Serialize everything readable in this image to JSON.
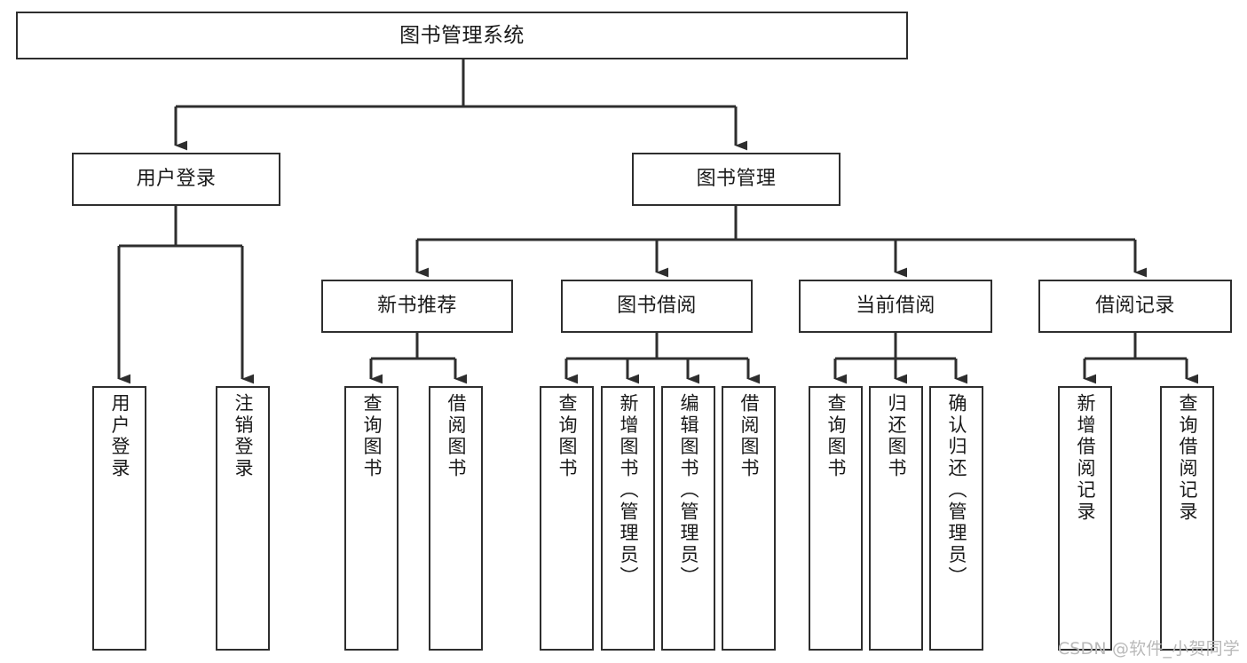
{
  "diagram": {
    "title": "图书管理系统",
    "type": "tree-hierarchy-chart",
    "watermark": "CSDN @软件_小贺同学",
    "colors": {
      "box_border": "#2e2e2e",
      "box_fill": "#ffffff",
      "connector": "#2e2e2e",
      "text": "#1a1a1a",
      "watermark": "#b9b9b9",
      "background": "#ffffff"
    },
    "levels": {
      "root": {
        "label": "图书管理系统"
      },
      "level2": [
        {
          "id": "user-login",
          "label": "用户登录"
        },
        {
          "id": "book-manage",
          "label": "图书管理"
        }
      ],
      "level3": [
        {
          "id": "new-book-recommend",
          "label": "新书推荐"
        },
        {
          "id": "book-borrow",
          "label": "图书借阅"
        },
        {
          "id": "current-borrow",
          "label": "当前借阅"
        },
        {
          "id": "borrow-record",
          "label": "借阅记录"
        }
      ],
      "level4": {
        "user_login_children": [
          {
            "id": "leaf-user-login",
            "label": "用户登录"
          },
          {
            "id": "leaf-logout-login",
            "label": "注销登录"
          }
        ],
        "new_book_recommend_children": [
          {
            "id": "leaf-query-book-1",
            "label": "查询图书"
          },
          {
            "id": "leaf-borrow-book-1",
            "label": "借阅图书"
          }
        ],
        "book_borrow_children": [
          {
            "id": "leaf-query-book-2",
            "label": "查询图书"
          },
          {
            "id": "leaf-add-book",
            "label": "新增图书（管理员）"
          },
          {
            "id": "leaf-edit-book",
            "label": "编辑图书（管理员）"
          },
          {
            "id": "leaf-borrow-book-2",
            "label": "借阅图书"
          }
        ],
        "current_borrow_children": [
          {
            "id": "leaf-query-book-3",
            "label": "查询图书"
          },
          {
            "id": "leaf-return-book",
            "label": "归还图书"
          },
          {
            "id": "leaf-confirm-return",
            "label": "确认归还（管理员）"
          }
        ],
        "borrow_record_children": [
          {
            "id": "leaf-add-record",
            "label": "新增借阅记录"
          },
          {
            "id": "leaf-query-record",
            "label": "查询借阅记录"
          }
        ]
      }
    }
  }
}
